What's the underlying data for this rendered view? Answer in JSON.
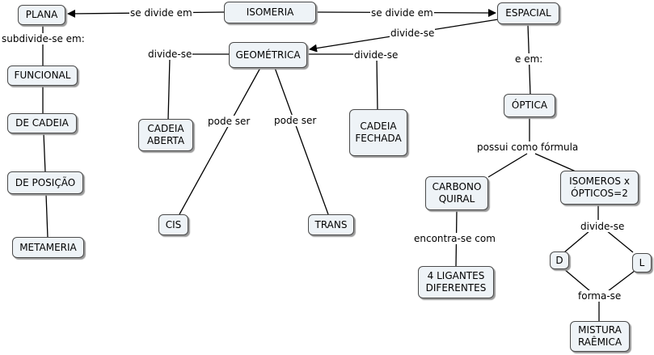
{
  "nodes": {
    "isomeria": "ISOMERIA",
    "plana": "PLANA",
    "espacial": "ESPACIAL",
    "funcional": "FUNCIONAL",
    "de_cadeia": "DE CADEIA",
    "de_posicao": "DE POSIÇÃO",
    "metameria": "METAMERIA",
    "geometrica": "GEOMÉTRICA",
    "cadeia_aberta": "CADEIA\nABERTA",
    "cadeia_fechada": "CADEIA\nFECHADA",
    "cis": "CIS",
    "trans": "TRANS",
    "optica": "ÓPTICA",
    "carbono_quiral": "CARBONO\nQUIRAL",
    "isomeros_opticos": "ISOMEROS  x\nÓPTICOS=2",
    "ligantes": "4 LIGANTES\nDIFERENTES",
    "d": "D",
    "l": "L",
    "mistura": "MISTURA\nRAÊMICA"
  },
  "links": {
    "se_divide_em_left": "se divide em",
    "se_divide_em_right": "se divide em",
    "subdivide": "subdivide-se em:",
    "divide_se_espacial": "divide-se",
    "e_em": "e em:",
    "divide_se_left": "divide-se",
    "divide_se_right": "divide-se",
    "pode_ser_left": "pode ser",
    "pode_ser_right": "pode ser",
    "possui": "possui como fórmula",
    "encontra": "encontra-se com",
    "divide_se_optico": "divide-se",
    "forma_se": "forma-se"
  }
}
